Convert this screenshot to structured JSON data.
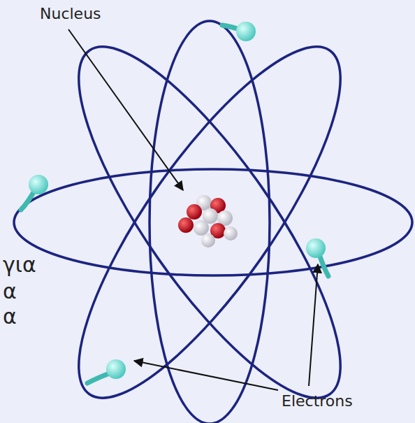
{
  "diagram": {
    "labels": [
      "Nucleus",
      "Electrons",
      "για",
      "α",
      "α"
    ]
  }
}
